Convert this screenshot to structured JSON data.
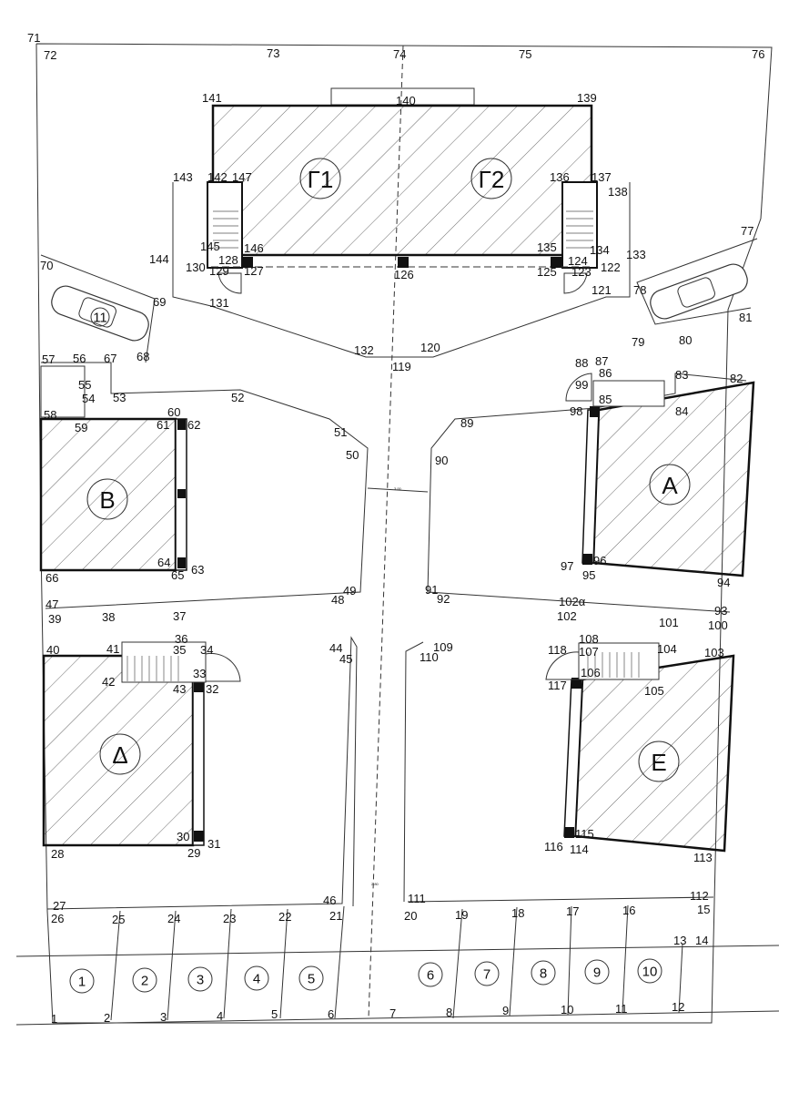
{
  "buildings": [
    {
      "id": "g1",
      "label": "Γ1"
    },
    {
      "id": "g2",
      "label": "Γ2"
    },
    {
      "id": "b",
      "label": "Β"
    },
    {
      "id": "a",
      "label": "Α"
    },
    {
      "id": "d",
      "label": "Δ"
    },
    {
      "id": "e",
      "label": "Ε"
    }
  ],
  "parking_spaces": [
    "1",
    "2",
    "3",
    "4",
    "5",
    "6",
    "7",
    "8",
    "9",
    "10"
  ],
  "car_labels": [
    "11"
  ],
  "dimensions": [
    "3.00",
    "2.80"
  ],
  "point_labels": [
    "71",
    "72",
    "73",
    "74",
    "75",
    "76",
    "141",
    "140",
    "139",
    "143",
    "142",
    "147",
    "136",
    "137",
    "138",
    "145",
    "146",
    "128",
    "130",
    "129",
    "127",
    "144",
    "126",
    "135",
    "134",
    "133",
    "124",
    "125",
    "123",
    "122",
    "77",
    "70",
    "69",
    "131",
    "121",
    "78",
    "81",
    "79",
    "80",
    "132",
    "120",
    "119",
    "57",
    "56",
    "67",
    "68",
    "55",
    "54",
    "53",
    "52",
    "58",
    "59",
    "60",
    "61",
    "62",
    "88",
    "87",
    "86",
    "99",
    "83",
    "82",
    "85",
    "98",
    "84",
    "89",
    "51",
    "50",
    "90",
    "64",
    "63",
    "65",
    "66",
    "97",
    "96",
    "95",
    "94",
    "47",
    "39",
    "38",
    "37",
    "49",
    "48",
    "91",
    "92",
    "102α",
    "102",
    "93",
    "100",
    "101",
    "40",
    "41",
    "36",
    "35",
    "34",
    "44",
    "45",
    "109",
    "110",
    "108",
    "118",
    "107",
    "104",
    "103",
    "42",
    "33",
    "43",
    "32",
    "106",
    "117",
    "105",
    "30",
    "31",
    "28",
    "29",
    "115",
    "116",
    "114",
    "113",
    "27",
    "26",
    "25",
    "24",
    "23",
    "22",
    "46",
    "21",
    "111",
    "20",
    "19",
    "18",
    "17",
    "16",
    "112",
    "15",
    "13",
    "14",
    "1",
    "2",
    "3",
    "4",
    "5",
    "6",
    "7",
    "8",
    "9",
    "10",
    "11",
    "12"
  ]
}
